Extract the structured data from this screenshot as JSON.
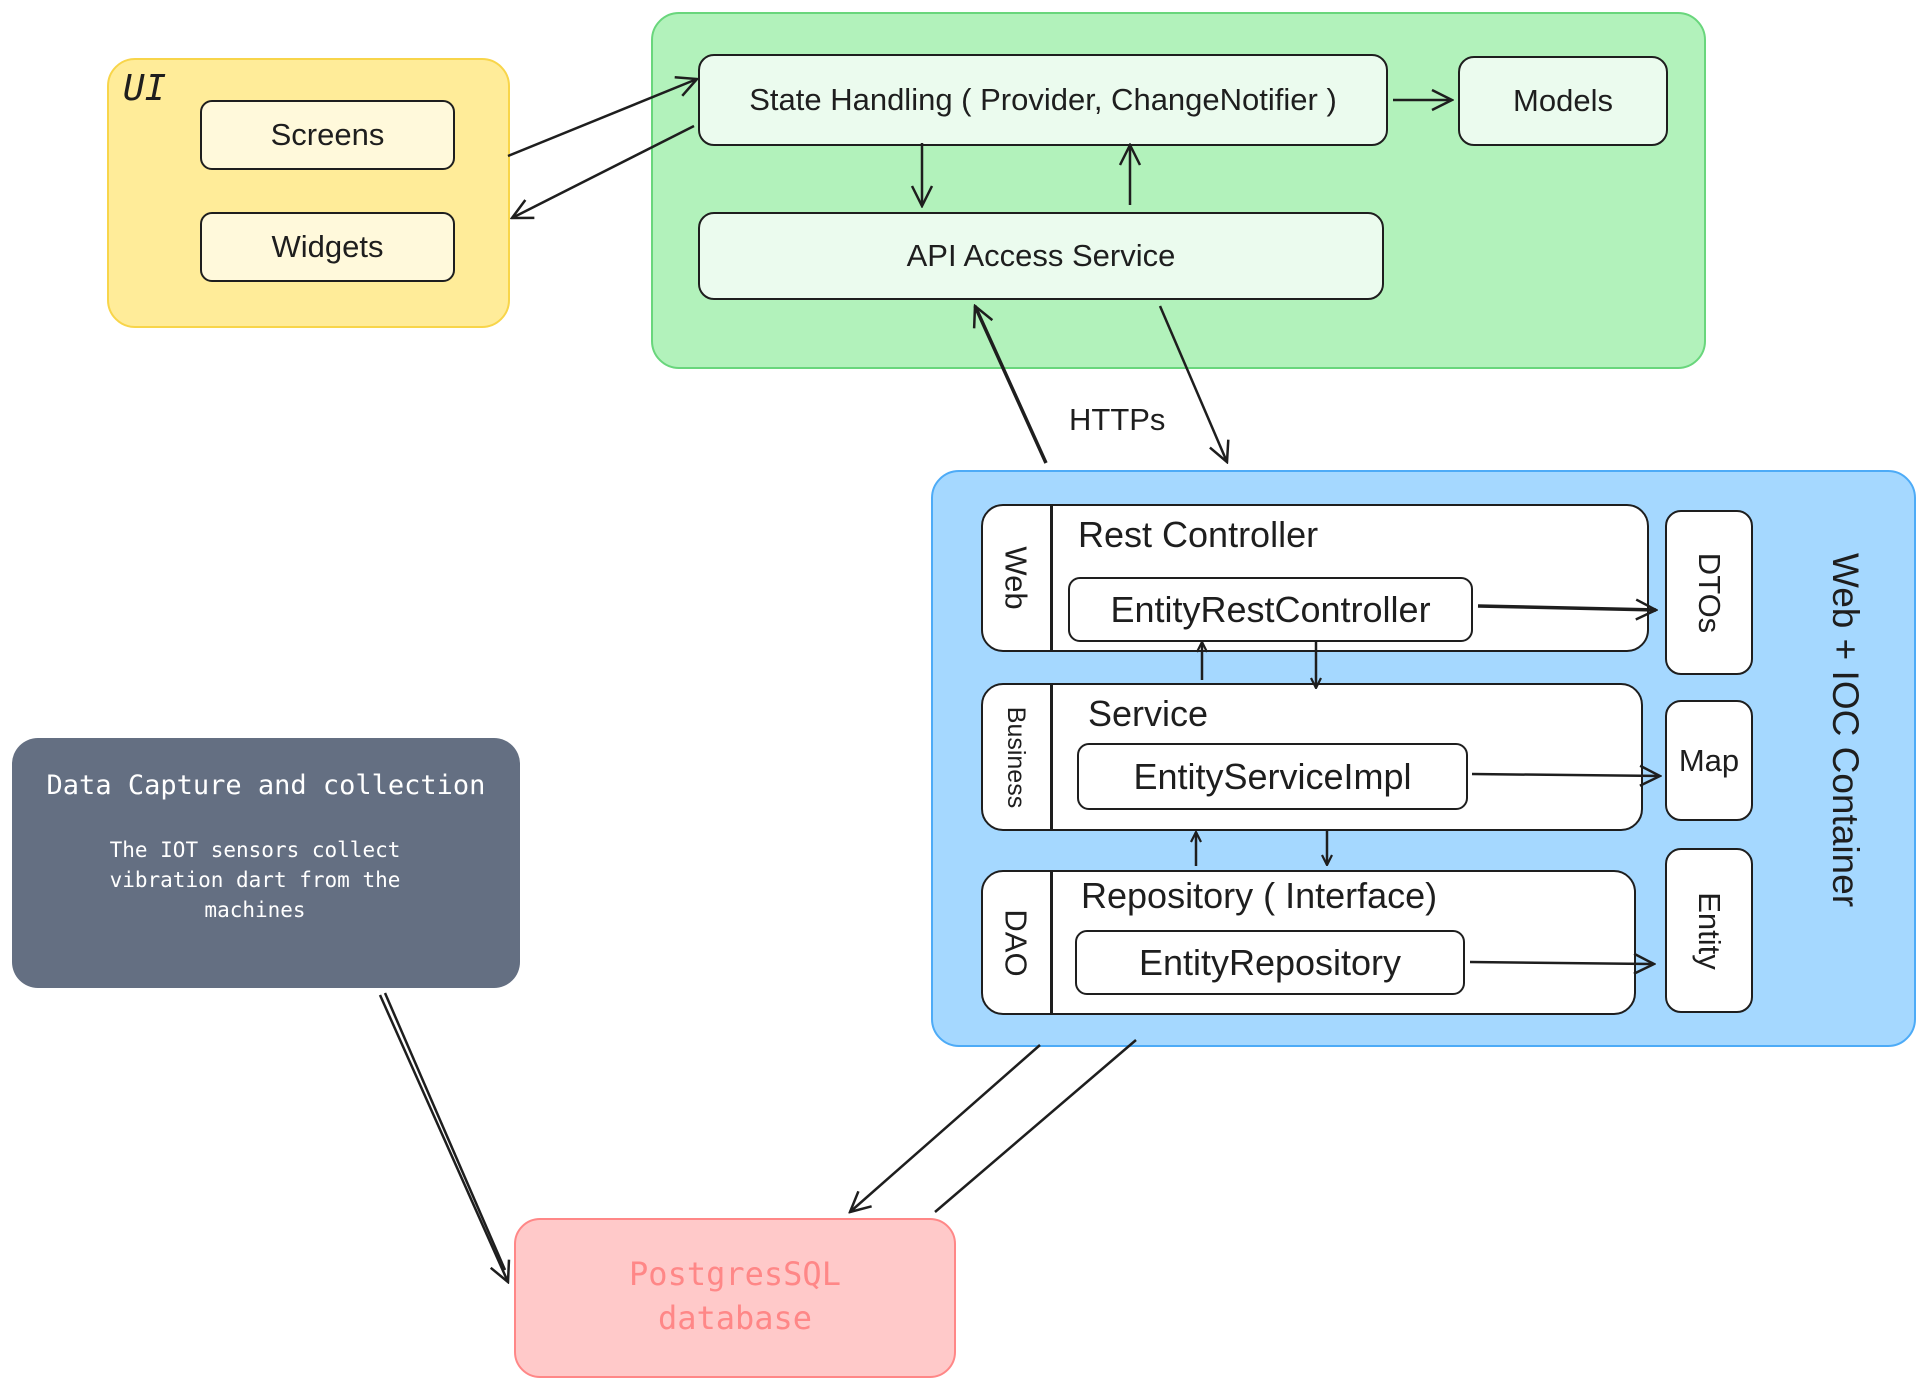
{
  "ui_group": {
    "title": "UI",
    "screens": "Screens",
    "widgets": "Widgets",
    "color": "#ffec99"
  },
  "frontend_group": {
    "color": "#b2f2bb",
    "state_handling": "State Handling ( Provider, ChangeNotifier )",
    "models": "Models",
    "api_access": "API Access Service"
  },
  "https_label": "HTTPs",
  "backend_group": {
    "color": "#a5d8ff",
    "title": "Web + IOC Container",
    "web_layer": {
      "side_label": "Web",
      "title": "Rest Controller",
      "component": "EntityRestController",
      "output": "DTOs"
    },
    "business_layer": {
      "side_label": "Business",
      "title": "Service",
      "component": "EntityServiceImpl",
      "output": "Map"
    },
    "dao_layer": {
      "side_label": "DAO",
      "title": "Repository ( Interface)",
      "component": "EntityRepository",
      "output": "Entity"
    }
  },
  "data_capture": {
    "title": "Data  Capture and collection",
    "description": "The IOT sensors collect vibration dart from the machines",
    "color": "#646f82"
  },
  "database": {
    "label": "PostgresSQL database",
    "color": "#ffc9c9",
    "text_color": "#ff8787"
  }
}
